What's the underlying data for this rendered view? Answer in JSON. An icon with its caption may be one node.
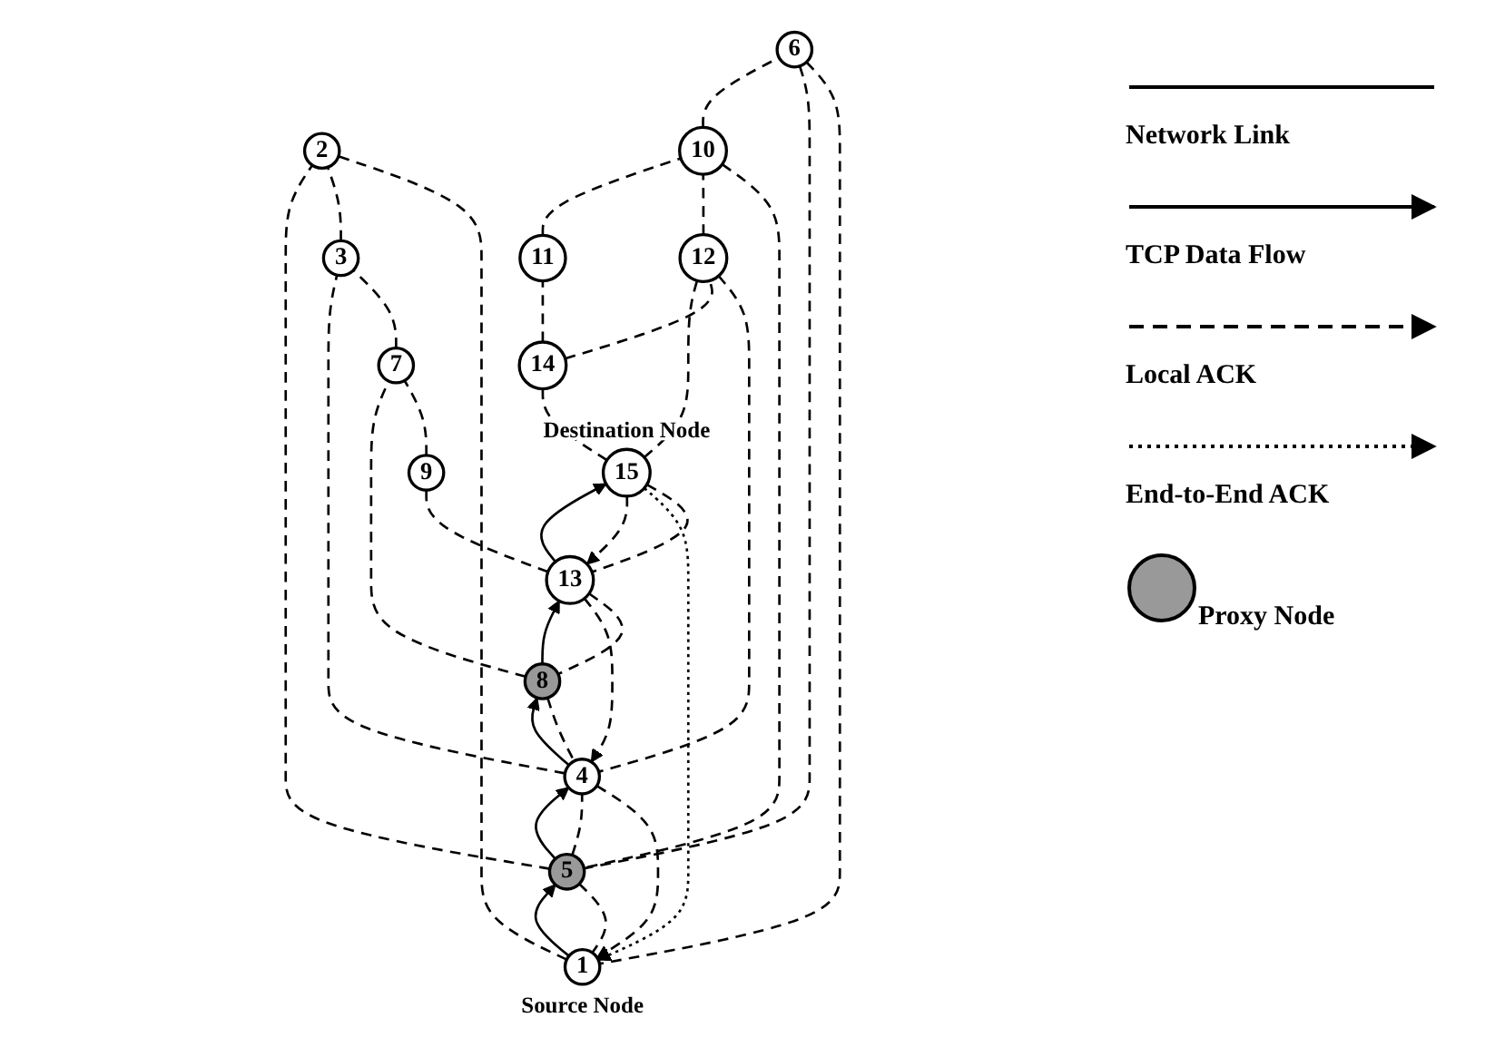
{
  "diagram": {
    "nodes": [
      {
        "text": [
          "1"
        ],
        "beside": [
          "Source Node"
        ]
      },
      {
        "text": [
          "2"
        ]
      },
      {
        "text": [
          "3"
        ]
      },
      {
        "text": [
          "4"
        ]
      },
      {
        "text": [
          "5"
        ]
      },
      {
        "text": [
          "6"
        ]
      },
      {
        "text": [
          "7"
        ]
      },
      {
        "text": [
          "8"
        ]
      },
      {
        "text": [
          "9"
        ]
      },
      {
        "text": [
          "10"
        ]
      },
      {
        "text": [
          "11"
        ]
      },
      {
        "text": [
          "12"
        ]
      },
      {
        "text": [
          "13"
        ]
      },
      {
        "text": [
          "14"
        ]
      },
      {
        "text": [
          "15"
        ],
        "beside": [
          "Destination Node"
        ]
      }
    ],
    "edges": [
      {
        "from": 0,
        "to": 4,
        "arrow": "to"
      },
      {
        "from": 4,
        "to": 3,
        "arrow": "to"
      },
      {
        "from": 3,
        "to": 7,
        "arrow": "to"
      },
      {
        "from": 7,
        "to": 12,
        "arrow": "to"
      },
      {
        "from": 12,
        "to": 14,
        "arrow": "to"
      },
      {
        "from": 14,
        "to": 12,
        "arrow": "to",
        "style": "dashed"
      },
      {
        "from": 12,
        "to": 3,
        "arrow": "to",
        "style": "dashed"
      },
      {
        "from": 3,
        "to": 0,
        "arrow": "to",
        "style": "dashed"
      },
      {
        "from": 14,
        "to": 0,
        "arrow": "to",
        "style": "dashed"
      },
      {
        "from": 14,
        "to": 13,
        "arrow": "none",
        "style": "dashed"
      },
      {
        "from": 14,
        "to": 11,
        "arrow": "none",
        "style": "dashed"
      },
      {
        "from": 14,
        "to": 12,
        "arrow": "none",
        "style": "dashed"
      },
      {
        "from": 13,
        "to": 10,
        "arrow": "none",
        "style": "dashed"
      },
      {
        "from": 13,
        "to": 11,
        "arrow": "none",
        "style": "dashed"
      },
      {
        "from": 10,
        "to": 9,
        "arrow": "none",
        "style": "dashed"
      },
      {
        "from": 11,
        "to": 9,
        "arrow": "none",
        "style": "dashed"
      },
      {
        "from": 11,
        "to": 3,
        "arrow": "none",
        "style": "dashed"
      },
      {
        "from": 12,
        "to": 7,
        "arrow": "none",
        "style": "dashed"
      },
      {
        "from": 12,
        "to": 8,
        "arrow": "none",
        "style": "dashed"
      },
      {
        "from": 9,
        "to": 5,
        "arrow": "none",
        "style": "dashed"
      },
      {
        "from": 9,
        "to": 4,
        "arrow": "none",
        "style": "dashed"
      },
      {
        "from": 7,
        "to": 3,
        "arrow": "none",
        "style": "dashed"
      },
      {
        "from": 7,
        "to": 6,
        "arrow": "none",
        "style": "dashed"
      },
      {
        "from": 8,
        "to": 6,
        "arrow": "none",
        "style": "dashed"
      },
      {
        "from": 5,
        "to": 4,
        "arrow": "none",
        "style": "dashed"
      },
      {
        "from": 5,
        "to": 0,
        "arrow": "none",
        "style": "dashed"
      },
      {
        "from": 4,
        "to": 3,
        "arrow": "none",
        "style": "dashed"
      },
      {
        "from": 4,
        "to": 0,
        "arrow": "none",
        "style": "dashed"
      },
      {
        "from": 4,
        "to": 1,
        "arrow": "none",
        "style": "dashed"
      },
      {
        "from": 3,
        "to": 2,
        "arrow": "none",
        "style": "dashed"
      },
      {
        "from": 6,
        "to": 2,
        "arrow": "none",
        "style": "dashed"
      },
      {
        "from": 2,
        "to": 1,
        "arrow": "none",
        "style": "dashed"
      },
      {
        "from": 0,
        "to": 1,
        "arrow": "none",
        "style": "dashed"
      }
    ],
    "legend": [
      {
        "text": "Network Link"
      },
      {
        "text": "TCP Data Flow"
      },
      {
        "text": "Local ACK"
      },
      {
        "text": "End-to-End ACK"
      },
      {
        "text": "Proxy Node",
        "color": "#999999"
      }
    ]
  }
}
